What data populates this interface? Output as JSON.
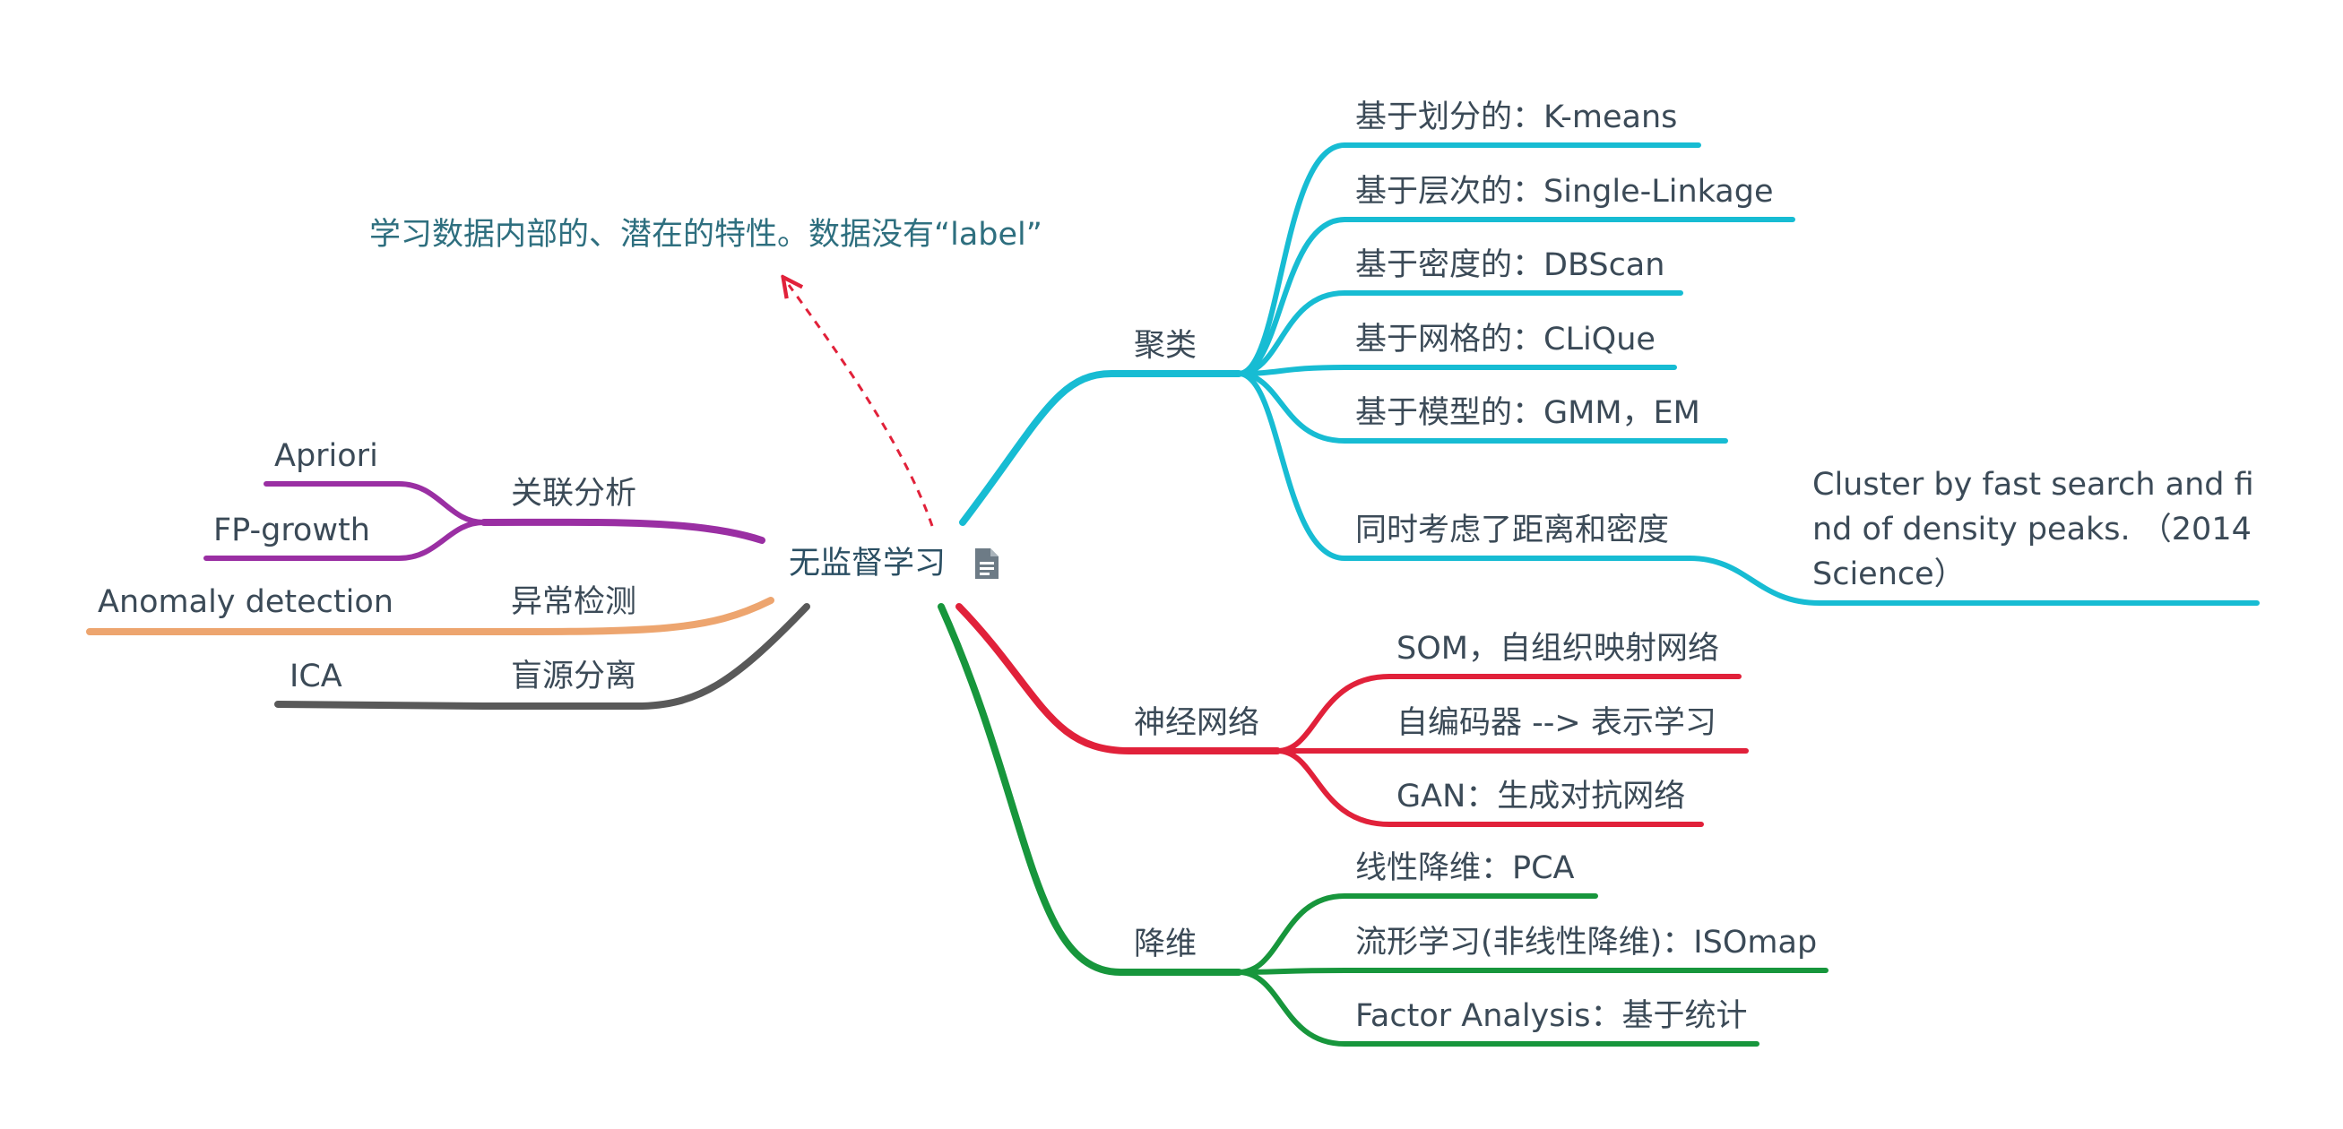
{
  "root": {
    "label": "无监督学习",
    "note_icon": "document-icon"
  },
  "note": {
    "text": "学习数据内部的、潜在的特性。数据没有“label”"
  },
  "colors": {
    "purple": "#9a2fa3",
    "orange": "#eda56f",
    "gray": "#595959",
    "cyan": "#17bcd3",
    "red": "#e1213a",
    "green": "#17963c",
    "note_arrow": "#e1213a"
  },
  "left": {
    "association": {
      "label": "关联分析",
      "children": [
        "Apriori",
        "FP-growth"
      ]
    },
    "anomaly": {
      "label": "异常检测",
      "children": [
        "Anomaly detection"
      ]
    },
    "bss": {
      "label": "盲源分离",
      "children": [
        "ICA"
      ]
    }
  },
  "right": {
    "clustering": {
      "label": "聚类",
      "children": [
        "基于划分的：K-means",
        "基于层次的：Single-Linkage",
        "基于密度的：DBScan",
        "基于网格的：CLiQue",
        "基于模型的：GMM，EM",
        "同时考虑了距离和密度"
      ],
      "sub_child_lines": [
        "Cluster by fast search and fi",
        "nd of density peaks. （2014",
        "Science）"
      ]
    },
    "neural": {
      "label": "神经网络",
      "children": [
        "SOM，自组织映射网络",
        "自编码器 --> 表示学习",
        "GAN：生成对抗网络"
      ]
    },
    "dimred": {
      "label": "降维",
      "children": [
        "线性降维：PCA",
        "流形学习(非线性降维)：ISOmap",
        "Factor Analysis：基于统计"
      ]
    }
  }
}
